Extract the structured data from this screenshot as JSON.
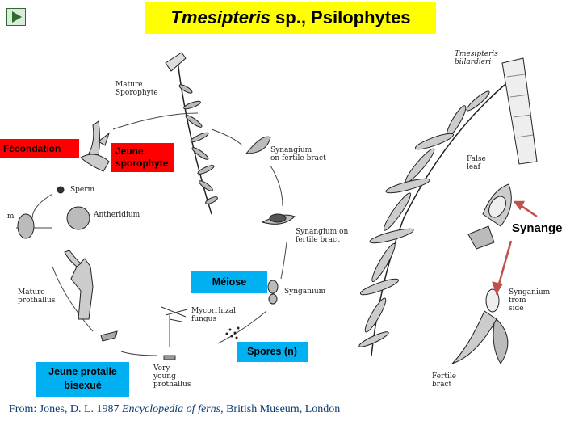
{
  "title": {
    "italic": "Tmesipteris",
    "rest": " sp., Psilophytes"
  },
  "nav": {
    "play_icon": "play-triangle-icon"
  },
  "callouts": {
    "fecondation": "Fécondation",
    "jeune_sporophyte_1": "Jeune",
    "jeune_sporophyte_2": "sporophyte",
    "meiose": "Méiose",
    "spores": "Spores (n)",
    "jeune_protalle_1": "Jeune protalle",
    "jeune_protalle_2": "bisexué",
    "synange": "Synange"
  },
  "cycle_labels": {
    "mature_sporophyte_1": "Mature",
    "mature_sporophyte_2": "Sporophyte",
    "synangium_bract_1": "Synangium",
    "synangium_bract_2": "on fertile bract",
    "synangium_bract2_1": "Synangium on",
    "synangium_bract2_2": "fertile bract",
    "synangium": "Synganium",
    "mycorrhizal_1": "Mycorrhizal",
    "mycorrhizal_2": "fungus",
    "very_young_1": "Very",
    "very_young_2": "young",
    "very_young_3": "prothallus",
    "mature_prothallus_1": "Mature",
    "mature_prothallus_2": "prothallus",
    "antheridium": "Antheridium",
    "sperm": "Sperm",
    "m": ".m"
  },
  "right_labels": {
    "species_1": "Tmesipteris",
    "species_2": "billardieri",
    "false_leaf_1": "False",
    "false_leaf_2": "leaf",
    "fertile_bract_1": "Fertile",
    "fertile_bract_2": "bract",
    "synangium_side_1": "Synganium",
    "synangium_side_2": "from",
    "synangium_side_3": "side"
  },
  "credit": {
    "prefix": "From: Jones, D. L. 1987 ",
    "book": "Encyclopedia of ferns",
    "suffix": ", British Museum, London"
  },
  "colors": {
    "title_bg": "#ffff00",
    "red_callout": "#ff0000",
    "blue_callout": "#00b0f0",
    "arrow": "#c0504d",
    "credit": "#0d3b70"
  }
}
